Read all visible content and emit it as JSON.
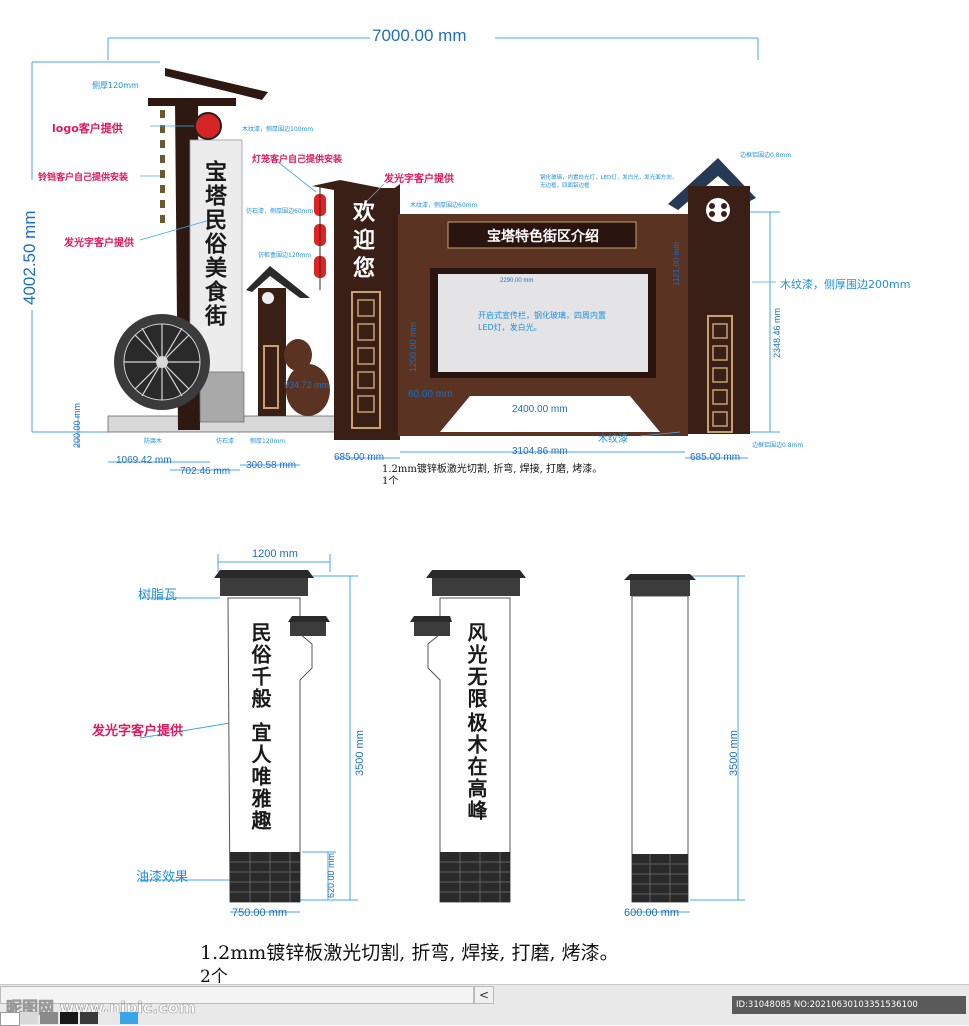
{
  "top_view": {
    "width_dim": "7000.00 mm",
    "height_dim": "4002.50 mm",
    "base_dim": "200.00 mm",
    "dims_bottom": [
      "1069.42 mm",
      "702.46 mm",
      "300.58 mm",
      "685.00 mm",
      "3104.86 mm",
      "685.00 mm"
    ],
    "dim_2400": "2400.00 mm",
    "dim_60": "60.00 mm",
    "dim_1200": "1200.00 mm",
    "dim_2348": "2348.46 mm",
    "dim_934": "934.72 mm",
    "dim_2290": "2290.00 mm",
    "dim_1121": "1121.00 mm",
    "pillar_text": "宝塔民俗美食街",
    "welcome_text": "欢迎您",
    "sign_text": "宝塔特色街区介绍",
    "screen_text": "开启式宣传栏，钢化玻璃，四周内置LED灯，发白光。",
    "notes_pink": {
      "logo": "logo客户提供",
      "bells": "铃铛客户自己提供安装",
      "glow1": "发光字客户提供",
      "lanterns": "灯笼客户自己提供安装",
      "glow2": "发光字客户提供"
    },
    "notes_blue": {
      "side_thick": "侧厚120mm",
      "wood_paint": "木纹漆，侧厚围边200mm",
      "wood": "木纹漆",
      "small1": "木纹漆，侧厚围边100mm",
      "small2": "仿石漆，侧厚围边60mm",
      "small3": "木纹漆，侧厚围边60mm",
      "small4": "仿柜盒围边120mm",
      "small5": "防腐木",
      "small6": "仿石漆",
      "small7": "侧厚120mm",
      "small8": "边框铝围边0.8mm",
      "small9": "钢化玻璃，内置白光灯，LED灯，发白光，发光面方向，无边框，四面铝边框",
      "small10": "边框铝围边0.8mm"
    },
    "caption1": "1.2mm镀锌板激光切割, 折弯, 焊接, 打磨, 烤漆。",
    "caption1_qty": "1个"
  },
  "bottom_view": {
    "width_dim": "1200 mm",
    "height_dim1": "3500 mm",
    "height_dim2": "3500 mm",
    "base_w1": "750.00 mm",
    "base_w2": "600.00 mm",
    "brick_h": "620.00 mm",
    "label_resin": "树脂瓦",
    "label_glow": "发光字客户提供",
    "label_oil": "油漆效果",
    "pillar1_col1": "民俗千般",
    "pillar1_col2": "宜人唯雅趣",
    "pillar2_col1": "风光无限",
    "pillar2_col2": "极木在高峰",
    "caption2": "1.2mm镀锌板激光切割, 折弯, 焊接, 打磨, 烤漆。",
    "caption2_qty": "2个"
  },
  "footer": {
    "watermark": "昵图网 www.nipic.com",
    "image_id": "ID:31048085 NO:20210630103351536100",
    "scroll_arrow": "<"
  },
  "colors": {
    "dim_blue": "#1e6fc4",
    "note_pink": "#e0195a",
    "wood_dark": "#3a1f16",
    "wood_mid": "#5a3322",
    "tile": "#3c3c3c",
    "brick": "#2a2a2a"
  }
}
